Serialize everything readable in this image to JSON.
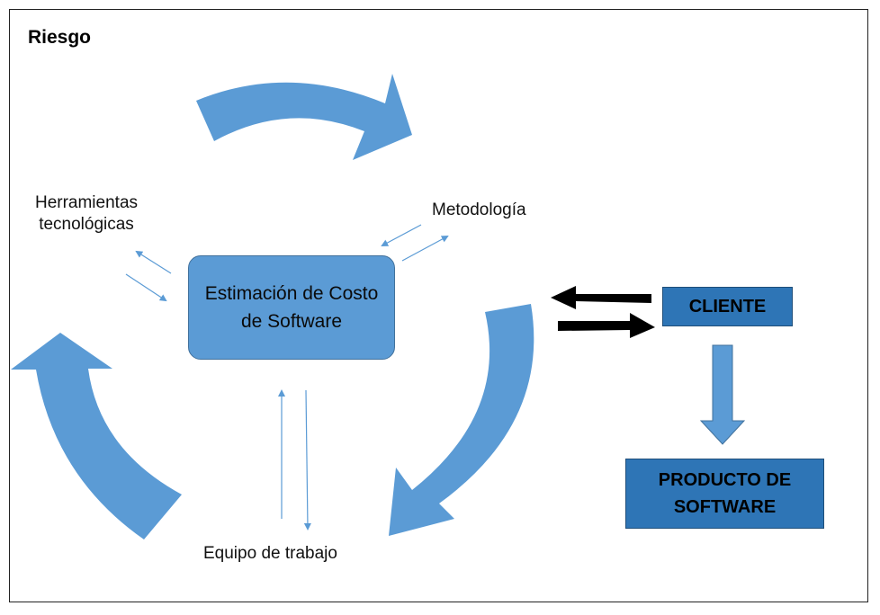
{
  "title": "Riesgo",
  "labels": {
    "herramientas": "Herramientas tecnológicas",
    "metodologia": "Metodología",
    "equipo": "Equipo de trabajo"
  },
  "center_box": "Estimación de Costo de Software",
  "cliente_box": "CLIENTE",
  "producto_box": "PRODUCTO DE SOFTWARE",
  "colors": {
    "accent": "#5b9bd5",
    "box_dark": "#2e75b6",
    "thin_arrow": "#5b9bd5",
    "black_arrow": "#000000"
  }
}
